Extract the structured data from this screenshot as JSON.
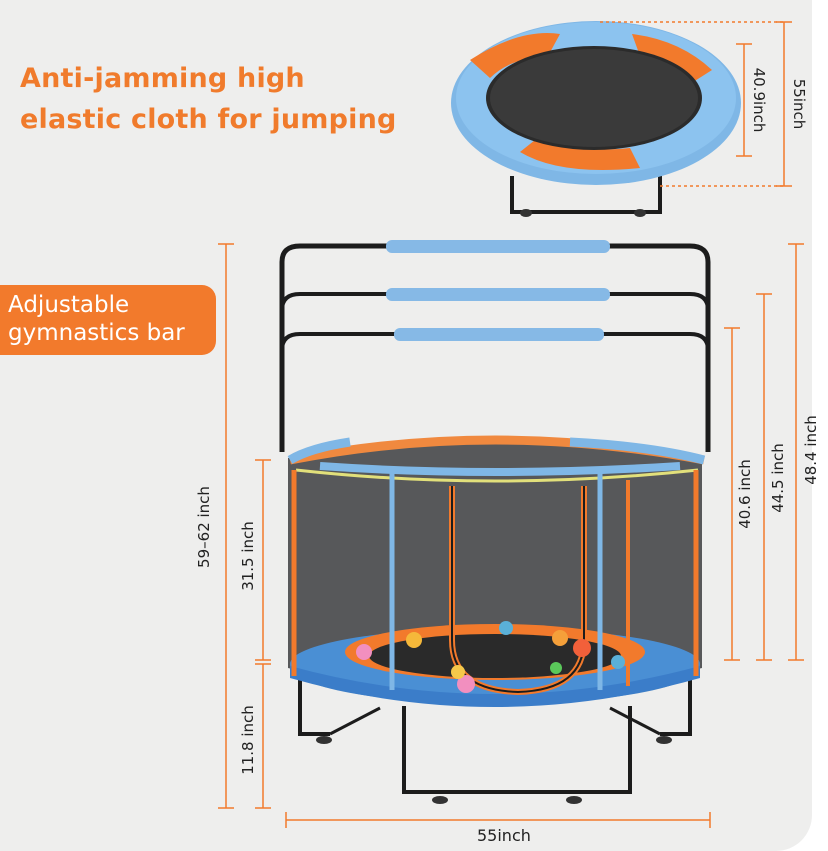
{
  "headline": {
    "line1": "Anti-jamming high",
    "line2": "elastic cloth for jumping"
  },
  "badge": {
    "line1": "Adjustable",
    "line2": "gymnastics bar"
  },
  "dimensions": {
    "total_height": "59–62 inch",
    "net_height": "31.5 inch",
    "leg_height": "11.8 inch",
    "bar_low": "40.6 inch",
    "bar_mid": "44.5 inch",
    "bar_high": "48.4 inch",
    "bottom_width": "55inch",
    "top_view_inner": "40.9inch",
    "top_view_outer": "55inch"
  },
  "colors": {
    "accent_orange": "#f27a2c",
    "pad_blue": "#7fb7e6",
    "frame_black": "#1c1c1c",
    "background": "#eeeeed"
  }
}
